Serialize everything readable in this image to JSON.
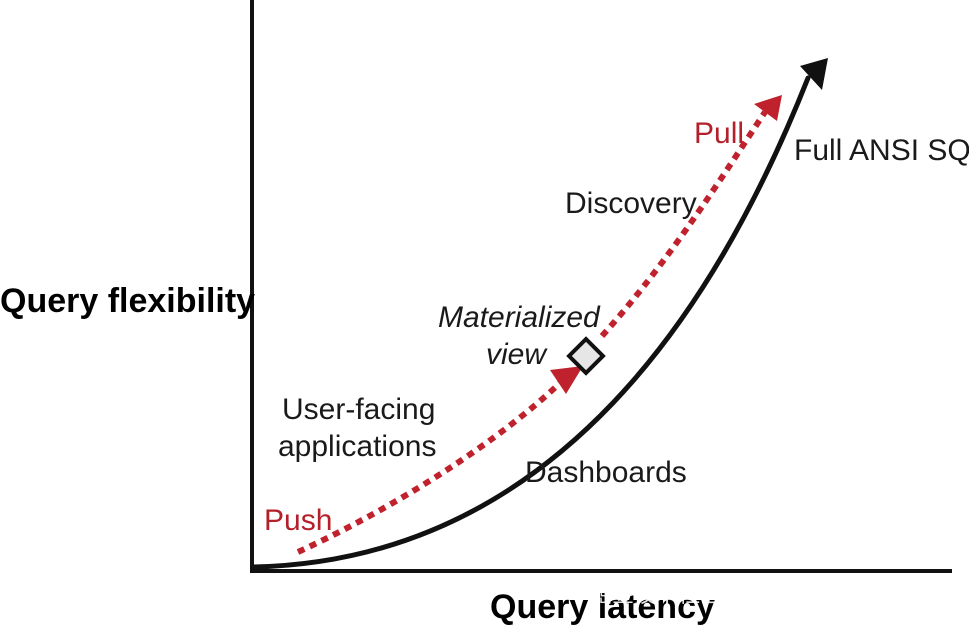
{
  "axes": {
    "y_label": "Query flexibility",
    "x_label": "Query latency"
  },
  "labels": {
    "push": "Push",
    "pull": "Pull",
    "user_facing_line1": "User-facing",
    "user_facing_line2": "applications",
    "materialized_line1": "Materialized",
    "materialized_line2": "view",
    "discovery": "Discovery",
    "dashboards": "Dashboards",
    "full_ansi_sql": "Full ANSI SQL"
  },
  "watermark": "掘金技术社区 @ 数据智能老司机",
  "colors": {
    "curve": "#111111",
    "dotted_arrow": "#c0222d",
    "push_pull_text": "#b3202a",
    "diamond_fill": "#e6e6e6"
  },
  "icons": {
    "materialized_view_marker": "diamond-icon"
  }
}
